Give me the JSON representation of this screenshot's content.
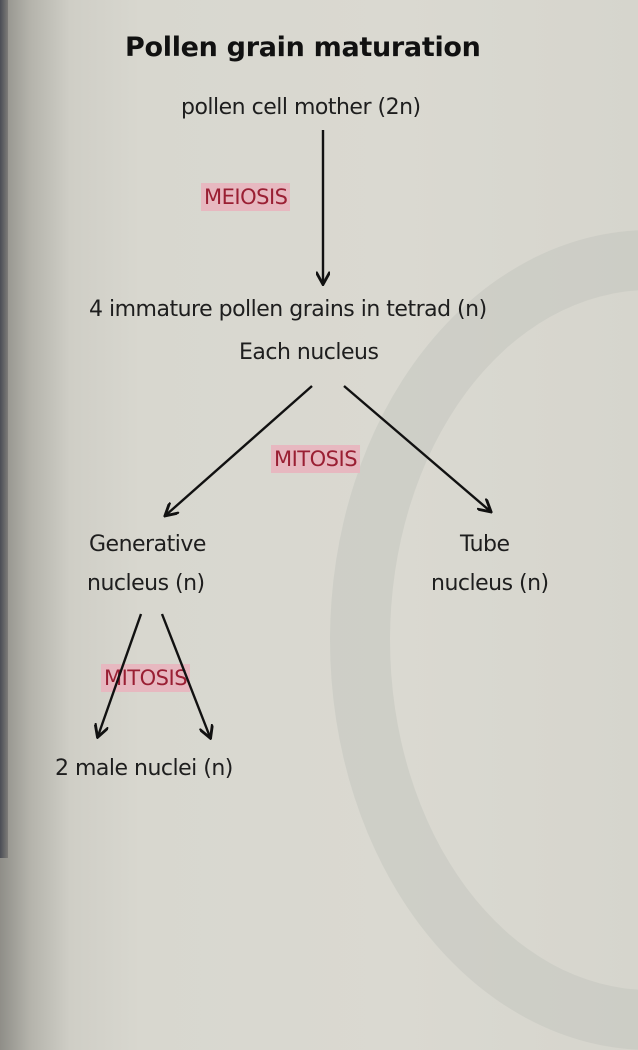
{
  "diagram": {
    "title": "Pollen grain maturation",
    "nodes": {
      "mother_cell": "pollen cell mother (2n)",
      "tetrad": "4 immature pollen grains in tetrad (n)",
      "each_nucleus": "Each nucleus",
      "generative_line1": "Generative",
      "generative_line2": "nucleus (n)",
      "tube_line1": "Tube",
      "tube_line2": "nucleus (n)",
      "male_nuclei": "2 male nuclei (n)"
    },
    "process_labels": {
      "meiosis": "MEIOSIS",
      "mitosis_1": "MITOSIS",
      "mitosis_2": "MITOSIS"
    },
    "edges": [
      {
        "from": "pollen cell mother (2n)",
        "to": "4 immature pollen grains in tetrad (n)",
        "label": "MEIOSIS"
      },
      {
        "from": "Each nucleus",
        "to": "Generative nucleus (n)",
        "label": "MITOSIS"
      },
      {
        "from": "Each nucleus",
        "to": "Tube nucleus (n)",
        "label": "MITOSIS"
      },
      {
        "from": "Generative nucleus (n)",
        "to": "2 male nuclei (n)",
        "label": "MITOSIS"
      }
    ],
    "colors": {
      "label_text": "#9a1f33",
      "label_highlight": "#e7b8c0",
      "arrow": "#111111"
    }
  }
}
